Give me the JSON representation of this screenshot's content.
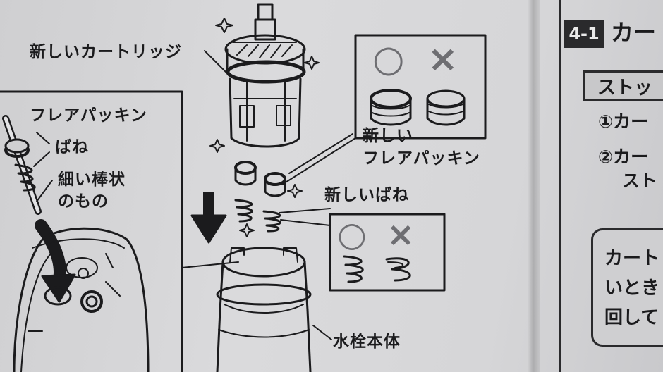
{
  "left_page": {
    "label_cartridge": "新しいカートリッジ",
    "label_flare_packing": "フレアパッキン",
    "label_spring": "ばね",
    "label_thin_rod_1": "細い棒状",
    "label_thin_rod_2": "のもの",
    "label_new_packing_1": "新しい",
    "label_new_packing_2": "フレアパッキン",
    "label_new_spring": "新しいばね",
    "label_faucet_body": "水栓本体",
    "mark_correct": "○",
    "mark_wrong": "×"
  },
  "right_page": {
    "section_number": "4-1",
    "section_title": "カー",
    "stop_label": "ストッ",
    "step_1": "①カー",
    "step_2_line1": "②カー",
    "step_2_line2": "スト",
    "note_line1": "カート",
    "note_line2": "いとき",
    "note_line3": "回して"
  },
  "colors": {
    "ink": "#1b1b1d",
    "paper": "#d6d6d8",
    "label_fill": "#2a2a2c"
  }
}
